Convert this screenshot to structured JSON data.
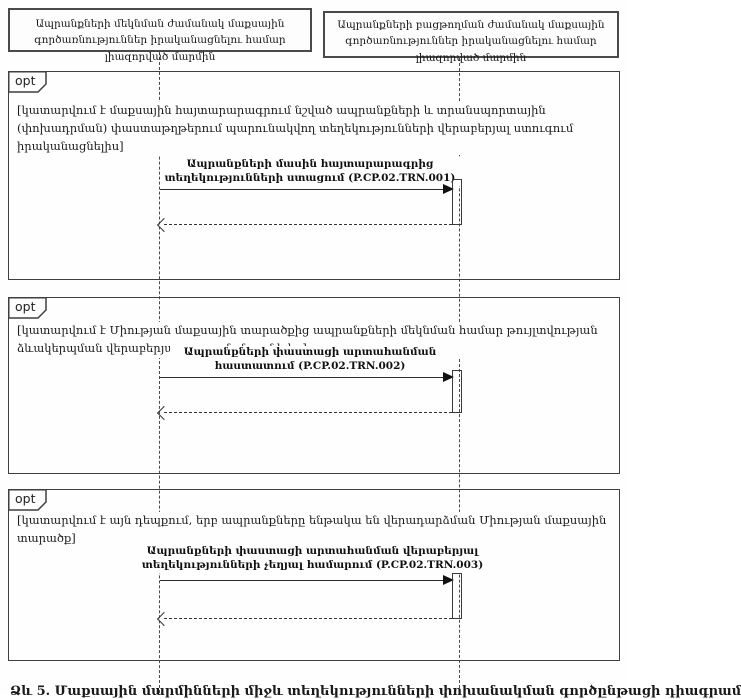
{
  "diagram": {
    "type": "uml-sequence",
    "actors": [
      {
        "id": "departure-authority",
        "label": "Ապրանքների մեկնման ժամանակ մաքսային գործառնություններ իրականացնելու համար լիազորված մարմին"
      },
      {
        "id": "release-authority",
        "label": "Ապրանքների բացթողման ժամանակ մաքսային գործառնություններ իրականացնելու համար լիազորված մարմին"
      }
    ],
    "fragments": [
      {
        "operator": "opt",
        "guard": "[կատարվում է մաքսային հայտարարագրում նշված ապրանքների և տրանսպորտային (փոխադրման) փաստաթղթերում պարունակվող տեղեկությունների վերաբերյալ ստուգում իրականացնելիս]",
        "message": "Ապրանքների մասին հայտարարագրից տեղեկությունների ստացում (P.CP.02.TRN.001)",
        "transaction_code": "P.CP.02.TRN.001"
      },
      {
        "operator": "opt",
        "guard": "[կատարվում է Միության մաքսային տարածքից ապրանքների մեկնման համար թույլտվության ձևակերպման վերաբերյալ որոշում ընդունելիս]",
        "message": "Ապրանքների փաստացի արտահանման հաստատում (P.CP.02.TRN.002)",
        "transaction_code": "P.CP.02.TRN.002"
      },
      {
        "operator": "opt",
        "guard": "[կատարվում է այն դեպքում, երբ ապրանքները ենթակա են վերադարձման Միության մաքսային տարածք]",
        "message": "Ապրանքների փաստացի արտահանման վերաբերյալ տեղեկությունների չեղյալ համարում (P.CP.02.TRN.003)",
        "transaction_code": "P.CP.02.TRN.003"
      }
    ],
    "caption": "Ձև 5. Մաքսային մարմինների միջև տեղեկությունների փոխանակման գործընթացի դիագրամ"
  },
  "colors": {
    "background": "#fefefe",
    "line": "#3f3f3f",
    "text": "#161616"
  }
}
